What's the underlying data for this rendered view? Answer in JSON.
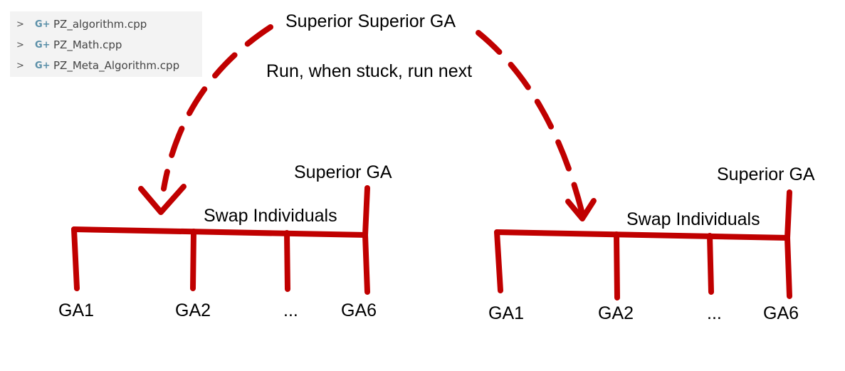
{
  "colors": {
    "line": "#c00000",
    "icon": "#5a8fa8",
    "panel_bg": "#f3f3f3",
    "text": "#000000"
  },
  "file_tree": {
    "items": [
      {
        "label": "PZ_algorithm.cpp",
        "icon": "cpp-file-icon",
        "expand": "chevron-right-icon"
      },
      {
        "label": "PZ_Math.cpp",
        "icon": "cpp-file-icon",
        "expand": "chevron-right-icon"
      },
      {
        "label": "PZ_Meta_Algorithm.cpp",
        "icon": "cpp-file-icon",
        "expand": "chevron-right-icon"
      }
    ],
    "chevron_glyph": ">",
    "icon_glyph": "G+"
  },
  "diagram": {
    "top_title": "Superior Superior GA",
    "top_subtitle": "Run, when stuck, run next",
    "groups": [
      {
        "superior": "Superior GA",
        "swap": "Swap Individuals",
        "nodes": [
          "GA1",
          "GA2",
          "...",
          "GA6"
        ]
      },
      {
        "superior": "Superior GA",
        "swap": "Swap Individuals",
        "nodes": [
          "GA1",
          "GA2",
          "...",
          "GA6"
        ]
      }
    ]
  }
}
